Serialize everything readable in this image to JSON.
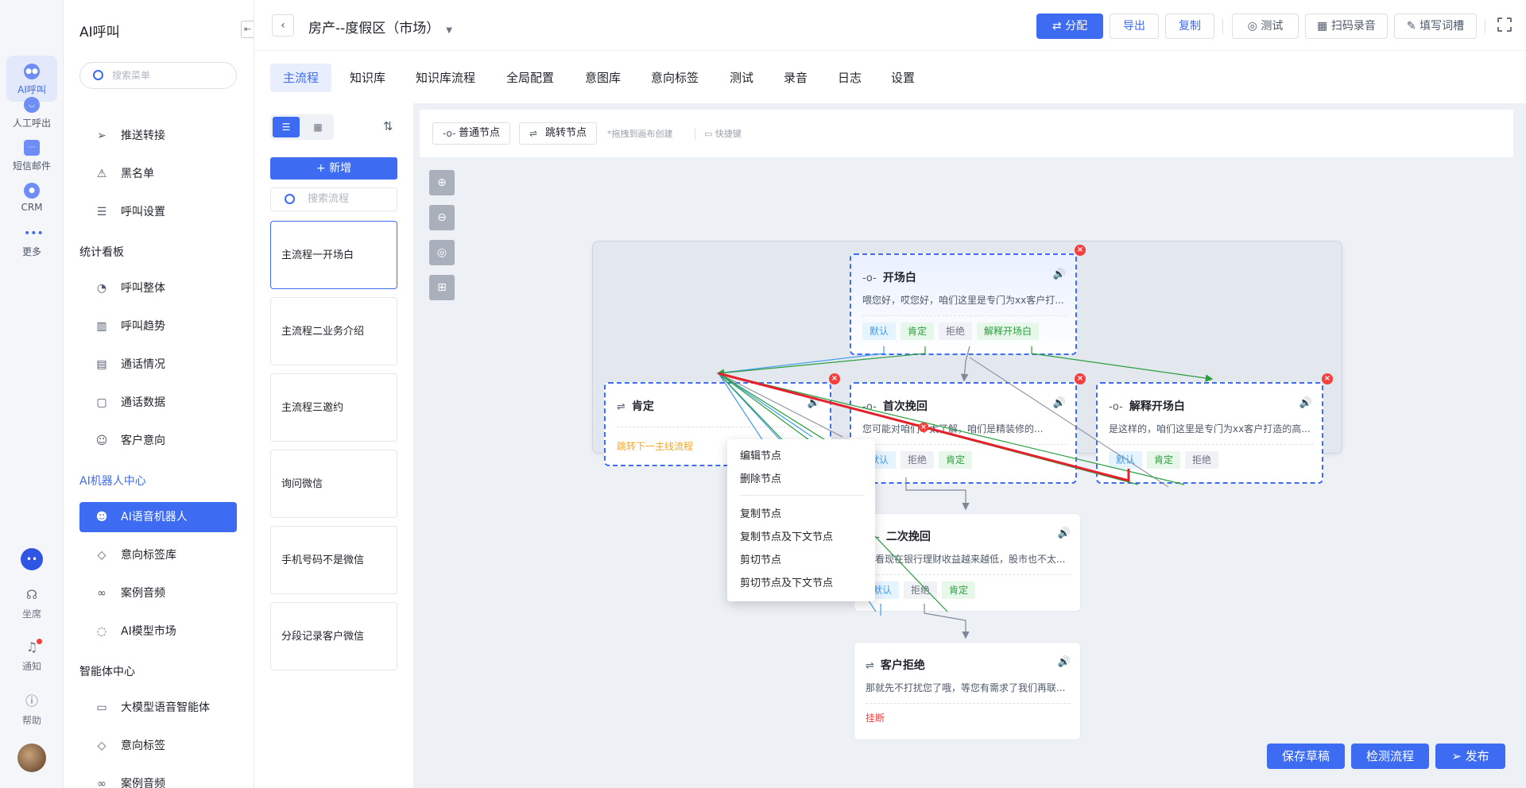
{
  "rail": {
    "items": [
      {
        "label": "AI呼叫",
        "icon": "robot-icon",
        "active": true
      },
      {
        "label": "人工呼出",
        "icon": "headset-icon"
      },
      {
        "label": "短信邮件",
        "icon": "message-icon"
      },
      {
        "label": "CRM",
        "icon": "crm-icon"
      },
      {
        "label": "更多",
        "icon": "more-icon"
      }
    ],
    "bottom": [
      {
        "label": "坐席",
        "icon": "seat-icon"
      },
      {
        "label": "通知",
        "icon": "bell-icon"
      },
      {
        "label": "帮助",
        "icon": "help-icon"
      }
    ]
  },
  "sidebar": {
    "title": "AI呼叫",
    "search_placeholder": "搜索菜单",
    "items": [
      {
        "label": "推送转接",
        "icon": "send-icon"
      },
      {
        "label": "黑名单",
        "icon": "warning-icon"
      },
      {
        "label": "呼叫设置",
        "icon": "sliders-icon"
      }
    ],
    "group_stats": "统计看板",
    "stats_items": [
      {
        "label": "呼叫整体",
        "icon": "pie-icon"
      },
      {
        "label": "呼叫趋势",
        "icon": "bar-chart-icon"
      },
      {
        "label": "通话情况",
        "icon": "document-icon"
      },
      {
        "label": "通话数据",
        "icon": "file-search-icon"
      },
      {
        "label": "客户意向",
        "icon": "smile-icon"
      }
    ],
    "group_robot": "AI机器人中心",
    "robot_items": [
      {
        "label": "AI语音机器人",
        "icon": "robot-chat-icon",
        "active": true
      },
      {
        "label": "意向标签库",
        "icon": "tag-icon"
      },
      {
        "label": "案例音频",
        "icon": "voicemail-icon"
      },
      {
        "label": "AI模型市场",
        "icon": "chat-icon"
      }
    ],
    "group_agent": "智能体中心",
    "agent_items": [
      {
        "label": "大模型语音智能体",
        "icon": "monitor-chat-icon"
      },
      {
        "label": "意向标签",
        "icon": "tag-icon"
      },
      {
        "label": "案例音频",
        "icon": "voicemail-icon"
      }
    ]
  },
  "header": {
    "title": "房产--度假区（市场）",
    "buttons": {
      "assign": "分配",
      "export": "导出",
      "copy": "复制",
      "test": "测试",
      "scan": "扫码录音",
      "fill": "填写词槽"
    }
  },
  "tabs": [
    "主流程",
    "知识库",
    "知识库流程",
    "全局配置",
    "意图库",
    "意向标签",
    "测试",
    "录音",
    "日志",
    "设置"
  ],
  "flowpanel": {
    "add_label": "+ 新增",
    "search_placeholder": "搜索流程",
    "flows": [
      "主流程一开场白",
      "主流程二业务介绍",
      "主流程三邀约",
      "询问微信",
      "手机号码不是微信",
      "分段记录客户微信"
    ]
  },
  "canvas": {
    "toolbar": {
      "normal_node": "普通节点",
      "jump_node": "跳转节点",
      "drag_hint": "*拖拽到画布创建",
      "shortcut": "快捷键"
    },
    "nodes": {
      "opening": {
        "title": "开场白",
        "text": "喂您好，哎您好，咱们这里是专门为xx客户打...",
        "tags": [
          "默认",
          "肯定",
          "拒绝",
          "解释开场白"
        ]
      },
      "yes": {
        "title": "肯定",
        "jump": "跳转下一主线流程"
      },
      "first_recover": {
        "title": "首次挽回",
        "text": "您可能对咱们不太了解，咱们是精装修的...",
        "tags": [
          "默认",
          "拒绝",
          "肯定"
        ]
      },
      "explain_opening": {
        "title": "解释开场白",
        "text": "是这样的，咱们这里是专门为xx客户打造的高...",
        "tags": [
          "默认",
          "肯定",
          "拒绝"
        ]
      },
      "second_recover": {
        "title": "二次挽回",
        "text": "您看现在银行理财收益越来越低，股市也不太...",
        "tags": [
          "默认",
          "拒绝",
          "肯定"
        ]
      },
      "reject": {
        "title": "客户拒绝",
        "text": "那就先不打扰您了哦，等您有需求了我们再联...",
        "hangup": "挂断"
      }
    }
  },
  "context_menu": {
    "items": [
      "编辑节点",
      "删除节点",
      "复制节点",
      "复制节点及下文节点",
      "剪切节点",
      "剪切节点及下文节点"
    ]
  },
  "actions": {
    "save_draft": "保存草稿",
    "check_flow": "检测流程",
    "publish": "发布"
  },
  "colors": {
    "primary": "#3d6bf2",
    "danger": "#f53f3f",
    "success": "#2a9e3d",
    "warning": "#f5a623"
  }
}
